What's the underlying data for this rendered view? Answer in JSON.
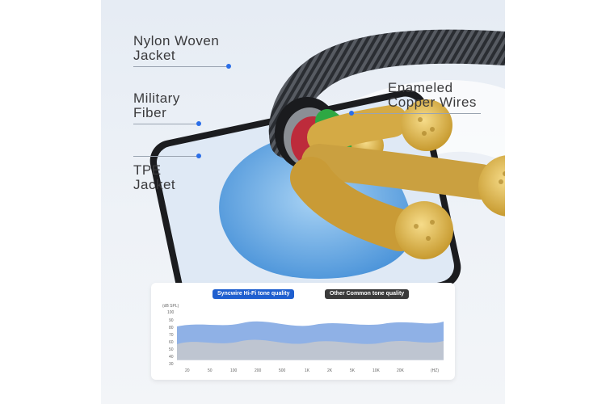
{
  "callouts": {
    "nylon": [
      "Nylon Woven",
      "Jacket"
    ],
    "military": [
      "Military",
      "Fiber"
    ],
    "tpe": [
      "TPE",
      "Jacket"
    ],
    "copper": [
      "Enameled",
      "Copper Wires"
    ]
  },
  "panel": {
    "legend_syncwire": "Syncwire Hi-Fi tone quality",
    "legend_other": "Other Common tone quality",
    "y_unit": "(dB SPL)",
    "y_ticks": [
      "100",
      "90",
      "80",
      "70",
      "60",
      "50",
      "40",
      "30"
    ],
    "x_ticks": [
      "20",
      "50",
      "100",
      "200",
      "500",
      "1K",
      "2K",
      "5K",
      "10K",
      "20K",
      "(HZ)"
    ],
    "colors": {
      "syncwire": "#1f5fcf",
      "other": "#3b3b3b"
    }
  },
  "icons": {
    "cable": "braided-cable-cross-section"
  }
}
